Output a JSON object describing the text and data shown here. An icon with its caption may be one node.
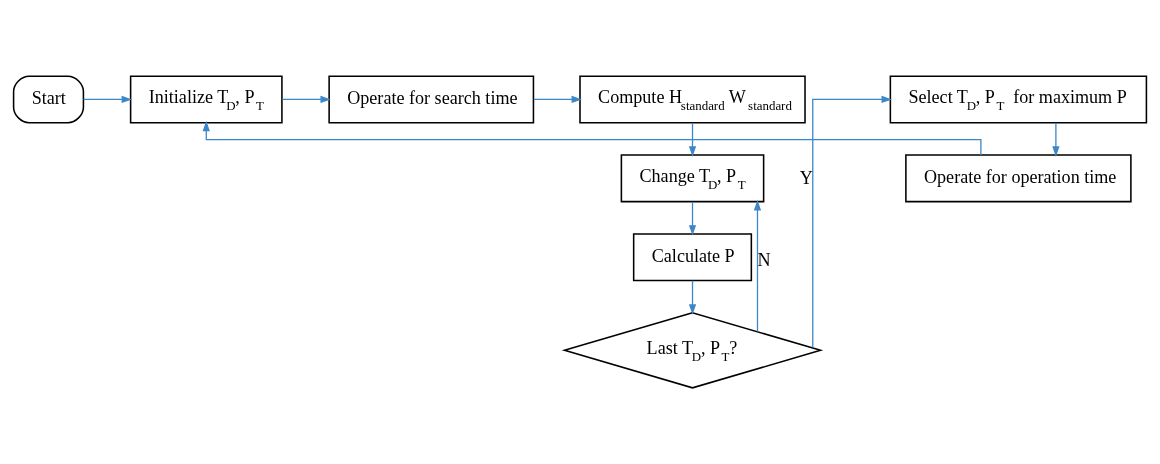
{
  "diagram": {
    "nodes": [
      {
        "text": [
          "Start"
        ]
      },
      {
        "text": [
          "Initialize T$_{D}$, P$_{T}$"
        ]
      },
      {
        "text": [
          "Operate for search time"
        ]
      },
      {
        "text": [
          "Compute H$_{standard}$ W$_{standard}$"
        ]
      },
      {
        "text": [
          "Change T$_{D}$, P$_{T}$"
        ]
      },
      {
        "text": [
          "Calculate P"
        ]
      },
      {
        "text": [
          "Last T$_{D}$, P$_{T}$?"
        ]
      },
      {
        "text": [
          "Select T$_{D}$, P$_{T}$ for maximum P"
        ]
      },
      {
        "text": [
          "Operate for operation time"
        ]
      }
    ],
    "edges": [
      {
        "from": 0,
        "to": 1,
        "arrow": "to"
      },
      {
        "from": 1,
        "to": 2,
        "arrow": "to"
      },
      {
        "from": 2,
        "to": 3,
        "arrow": "to"
      },
      {
        "from": 3,
        "to": 4,
        "arrow": "to"
      },
      {
        "from": 4,
        "to": 5,
        "arrow": "to"
      },
      {
        "from": 5,
        "to": 6,
        "arrow": "to"
      },
      {
        "from": 6,
        "to": 4,
        "label": "N",
        "arrow": "to"
      },
      {
        "from": 6,
        "to": 7,
        "label": "Y",
        "arrow": "to"
      },
      {
        "from": 7,
        "to": 8,
        "arrow": "to"
      },
      {
        "from": 8,
        "to": 1,
        "arrow": "to"
      }
    ]
  }
}
